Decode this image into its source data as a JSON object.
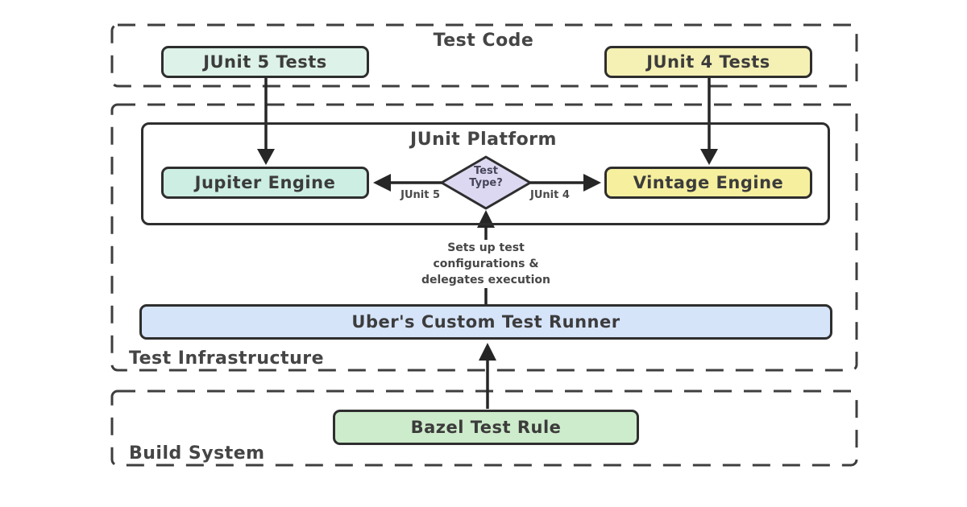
{
  "groups": {
    "test_code": {
      "label": "Test Code"
    },
    "test_infrastructure": {
      "label": "Test Infrastructure"
    },
    "build_system": {
      "label": "Build System"
    },
    "junit_platform": {
      "label": "JUnit Platform"
    }
  },
  "nodes": {
    "junit5_tests": {
      "label": "JUnit 5 Tests",
      "fill": "#ddf2e8"
    },
    "junit4_tests": {
      "label": "JUnit 4 Tests",
      "fill": "#f5f0b4"
    },
    "jupiter_engine": {
      "label": "Jupiter Engine",
      "fill": "#cdeee2"
    },
    "vintage_engine": {
      "label": "Vintage Engine",
      "fill": "#f6ef9e"
    },
    "test_type_decision": {
      "line1": "Test",
      "line2": "Type?",
      "fill": "#dcd8f1"
    },
    "uber_runner": {
      "label": "Uber's Custom Test Runner",
      "fill": "#d6e4fa"
    },
    "bazel_rule": {
      "label": "Bazel Test Rule",
      "fill": "#cdeccb"
    }
  },
  "edges": {
    "junit5_branch_label": "JUnit 5",
    "junit4_branch_label": "JUnit 4",
    "runner_note": [
      "Sets up test",
      "configurations &",
      "delegates execution"
    ]
  },
  "colors": {
    "ink": "#3c3c3c",
    "border": "#2e2e2e",
    "mint": "#ddf2e8",
    "teal": "#cdeee2",
    "light_yellow": "#f5f0b4",
    "yellow": "#f6ef9e",
    "lavender": "#dcd8f1",
    "blue": "#d6e4fa",
    "green": "#cdeccb"
  }
}
